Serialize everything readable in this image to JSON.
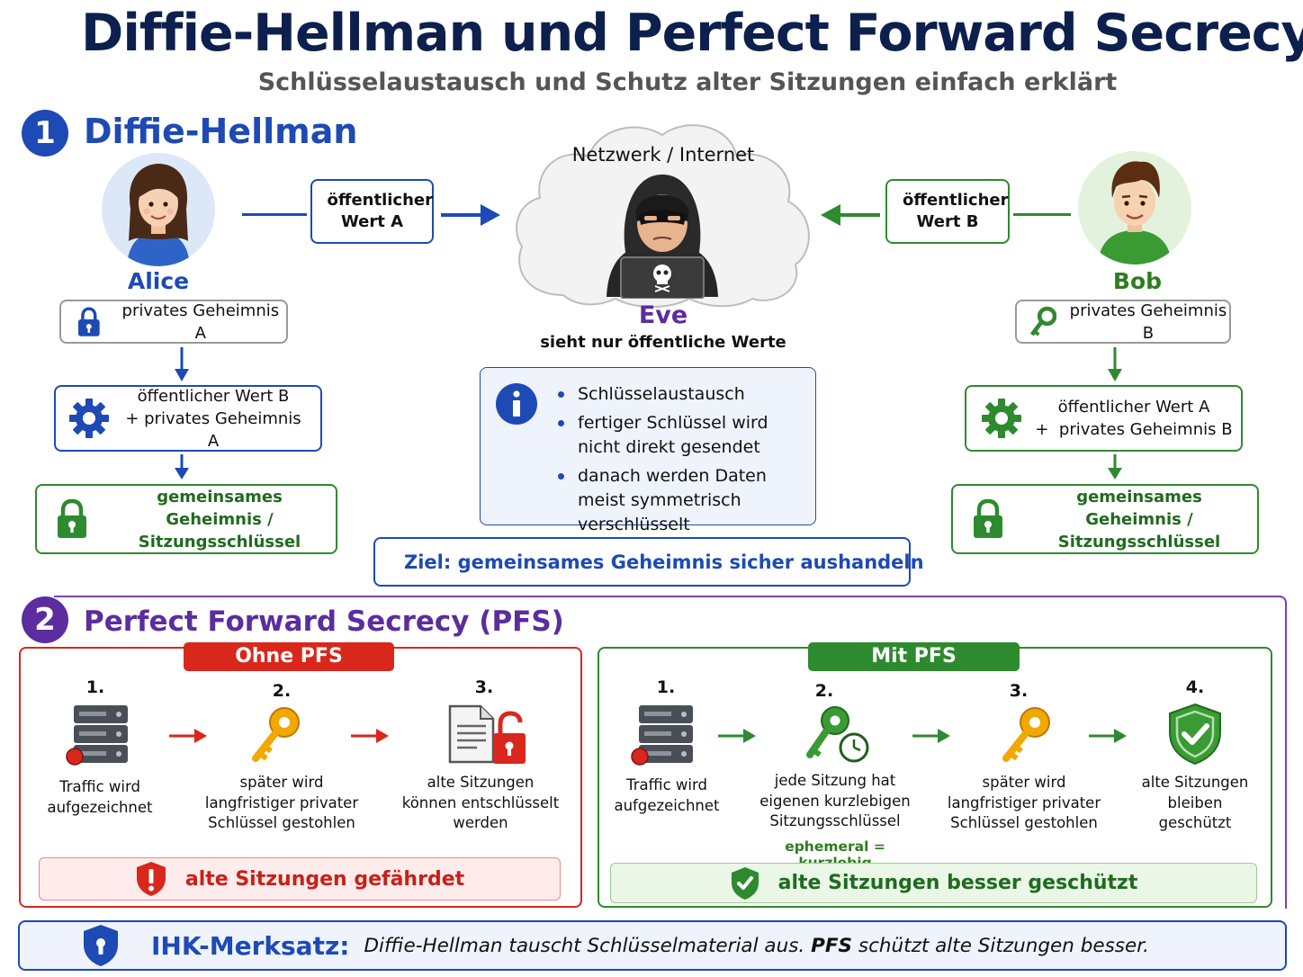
{
  "title": "Diffie-Hellman und Perfect Forward Secrecy",
  "subtitle": "Schlüsselaustausch und Schutz alter Sitzungen einfach erklärt",
  "colors": {
    "navy": "#0d1f4d",
    "blue": "#1d4ab5",
    "green": "#2e8a2e",
    "purple": "#5b2d9e",
    "red": "#d9271c"
  },
  "section1": {
    "number": "1",
    "title": "Diffie-Hellman",
    "alice": {
      "name": "Alice",
      "public_value": "öffentlicher Wert A",
      "secret": "privates Geheimnis A",
      "compute": [
        "öffentlicher Wert B",
        "+ privates Geheimnis A"
      ],
      "result": [
        "gemeinsames Geheimnis /",
        "Sitzungsschlüssel"
      ]
    },
    "bob": {
      "name": "Bob",
      "public_value": "öffentlicher Wert B",
      "secret": "privates Geheimnis B",
      "compute": [
        "öffentlicher Wert A",
        "+  privates Geheimnis B"
      ],
      "result": [
        "gemeinsames Geheimnis /",
        "Sitzungsschlüssel"
      ]
    },
    "cloud_label": "Netzwerk / Internet",
    "eve": {
      "name": "Eve",
      "caption": "sieht nur öffentliche Werte"
    },
    "info_icon": "info-icon",
    "info": [
      "Schlüsselaustausch",
      "fertiger Schlüssel wird nicht direkt gesendet",
      "danach werden Daten meist symmetrisch verschlüsselt"
    ],
    "goal": "Ziel: gemeinsames Geheimnis sicher aushandeln"
  },
  "section2": {
    "number": "2",
    "title": "Perfect Forward Secrecy (PFS)",
    "without": {
      "label": "Ohne PFS",
      "steps": [
        {
          "num": "1.",
          "icon": "server-icon",
          "text": "Traffic wird aufgezeichnet"
        },
        {
          "num": "2.",
          "icon": "key-icon",
          "text": "später wird langfristiger privater Schlüssel gestohlen"
        },
        {
          "num": "3.",
          "icon": "unlocked-document-icon",
          "text": "alte Sitzungen können entschlüsselt werden"
        }
      ],
      "alert": "alte Sitzungen gefährdet"
    },
    "with": {
      "label": "Mit PFS",
      "steps": [
        {
          "num": "1.",
          "icon": "server-icon",
          "text": "Traffic wird aufgezeichnet"
        },
        {
          "num": "2.",
          "icon": "session-key-clock-icon",
          "text": "jede Sitzung hat eigenen kurzlebigen Sitzungsschlüssel"
        },
        {
          "num": "3.",
          "icon": "key-icon",
          "text": "später wird langfristiger privater Schlüssel gestohlen"
        },
        {
          "num": "4.",
          "icon": "shield-check-icon",
          "text": "alte Sitzungen bleiben geschützt"
        }
      ],
      "note": "ephemeral = kurzlebig",
      "alert": "alte Sitzungen besser geschützt"
    }
  },
  "footer": {
    "label": "IHK-Merksatz:",
    "text_1": "Diffie-Hellman tauscht Schlüsselmaterial aus.",
    "emph": "PFS",
    "text_2": "schützt alte Sitzungen besser."
  }
}
